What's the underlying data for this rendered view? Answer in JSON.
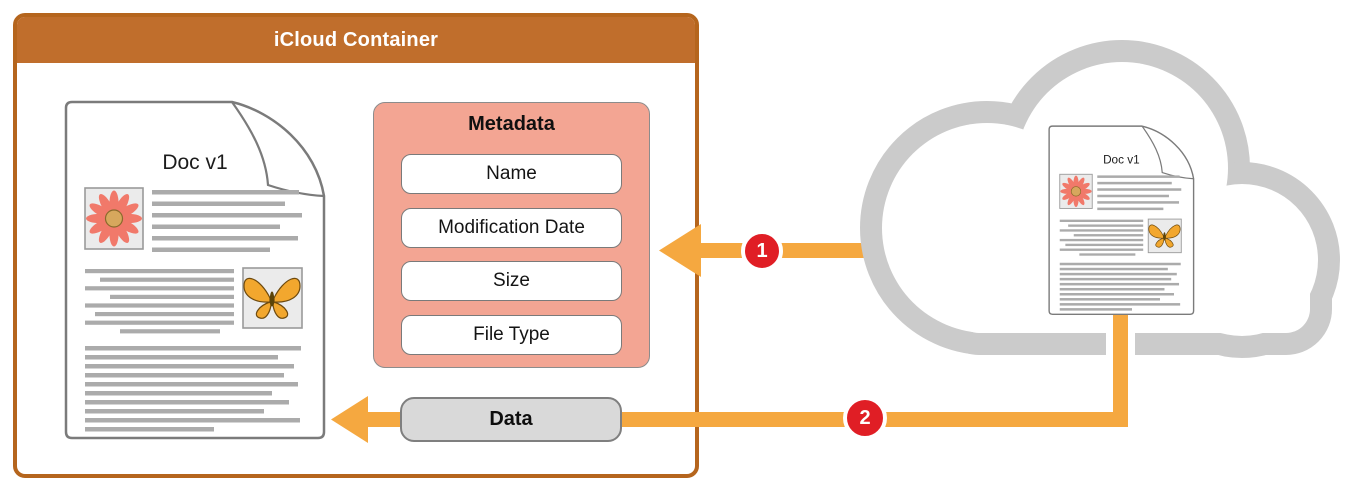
{
  "icloud_container": {
    "title": "iCloud Container"
  },
  "metadata_panel": {
    "title": "Metadata",
    "fields": [
      "Name",
      "Modification Date",
      "Size",
      "File Type"
    ]
  },
  "container_document": {
    "title": "Doc v1"
  },
  "cloud_document": {
    "title": "Doc v1"
  },
  "data_pill": {
    "label": "Data"
  },
  "badges": {
    "step1": "1",
    "step2": "2"
  },
  "icons": {
    "cloud": "cloud-icon",
    "flower": "flower-image-icon",
    "butterfly": "butterfly-image-icon"
  },
  "colors": {
    "container_header": "#C06E2C",
    "container_border": "#B5651D",
    "metadata_fill": "#F3A593",
    "arrow_orange": "#F5A840",
    "badge_red": "#E01E25",
    "cloud_gray": "#CBCBCB",
    "pill_gray": "#D9D9D9",
    "doc_border_gray": "#7B7B7B",
    "text_line_gray": "#ABABAB"
  }
}
